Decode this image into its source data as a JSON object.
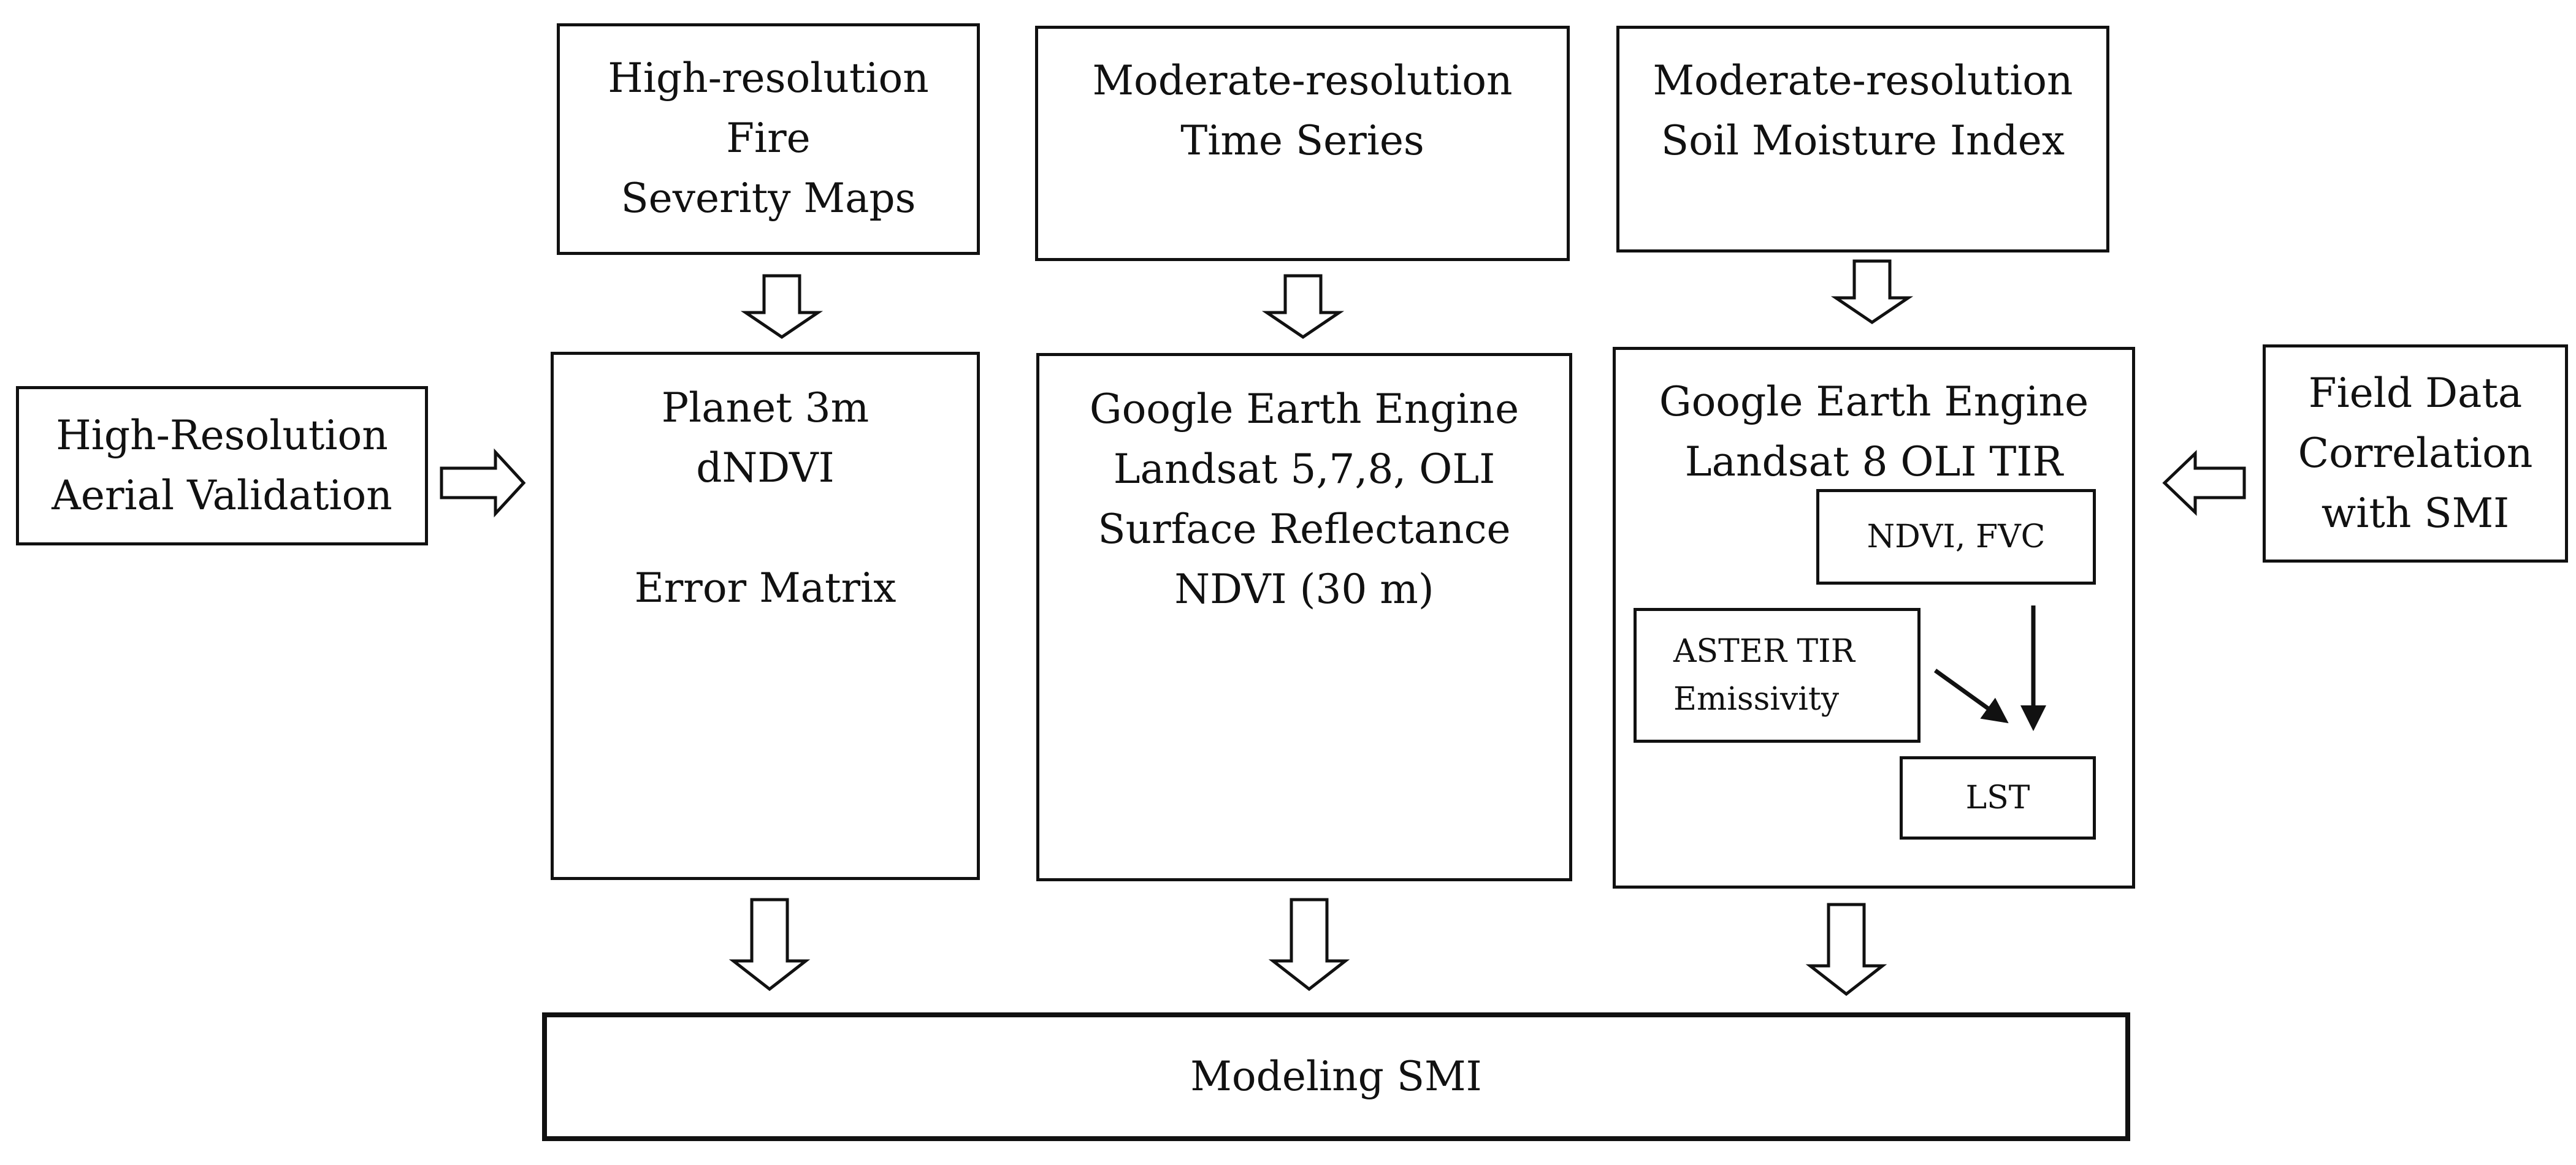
{
  "diagram": {
    "top_boxes": {
      "fire_severity": [
        "High-resolution",
        "Fire",
        "Severity Maps"
      ],
      "time_series": [
        "Moderate-resolution",
        "Time Series"
      ],
      "soil_moisture": [
        "Moderate-resolution",
        "Soil Moisture Index"
      ]
    },
    "middle_boxes": {
      "planet": [
        "Planet 3m",
        "dNDVI",
        "",
        "Error Matrix"
      ],
      "gee_landsat_ndvi": [
        "Google Earth Engine",
        "Landsat 5,7,8, OLI",
        "Surface Reflectance",
        "NDVI (30 m)"
      ],
      "gee_landsat_tir": [
        "Google Earth Engine",
        "Landsat 8 OLI TIR"
      ]
    },
    "inner_boxes": {
      "ndvi_fvc": "NDVI, FVC",
      "aster": [
        "ASTER TIR",
        "Emissivity"
      ],
      "lst": "LST"
    },
    "side_boxes": {
      "aerial_validation": [
        "High-Resolution",
        "Aerial Validation"
      ],
      "field_data": [
        "Field Data",
        "Correlation",
        "with SMI"
      ]
    },
    "bottom_box": "Modeling SMI"
  }
}
